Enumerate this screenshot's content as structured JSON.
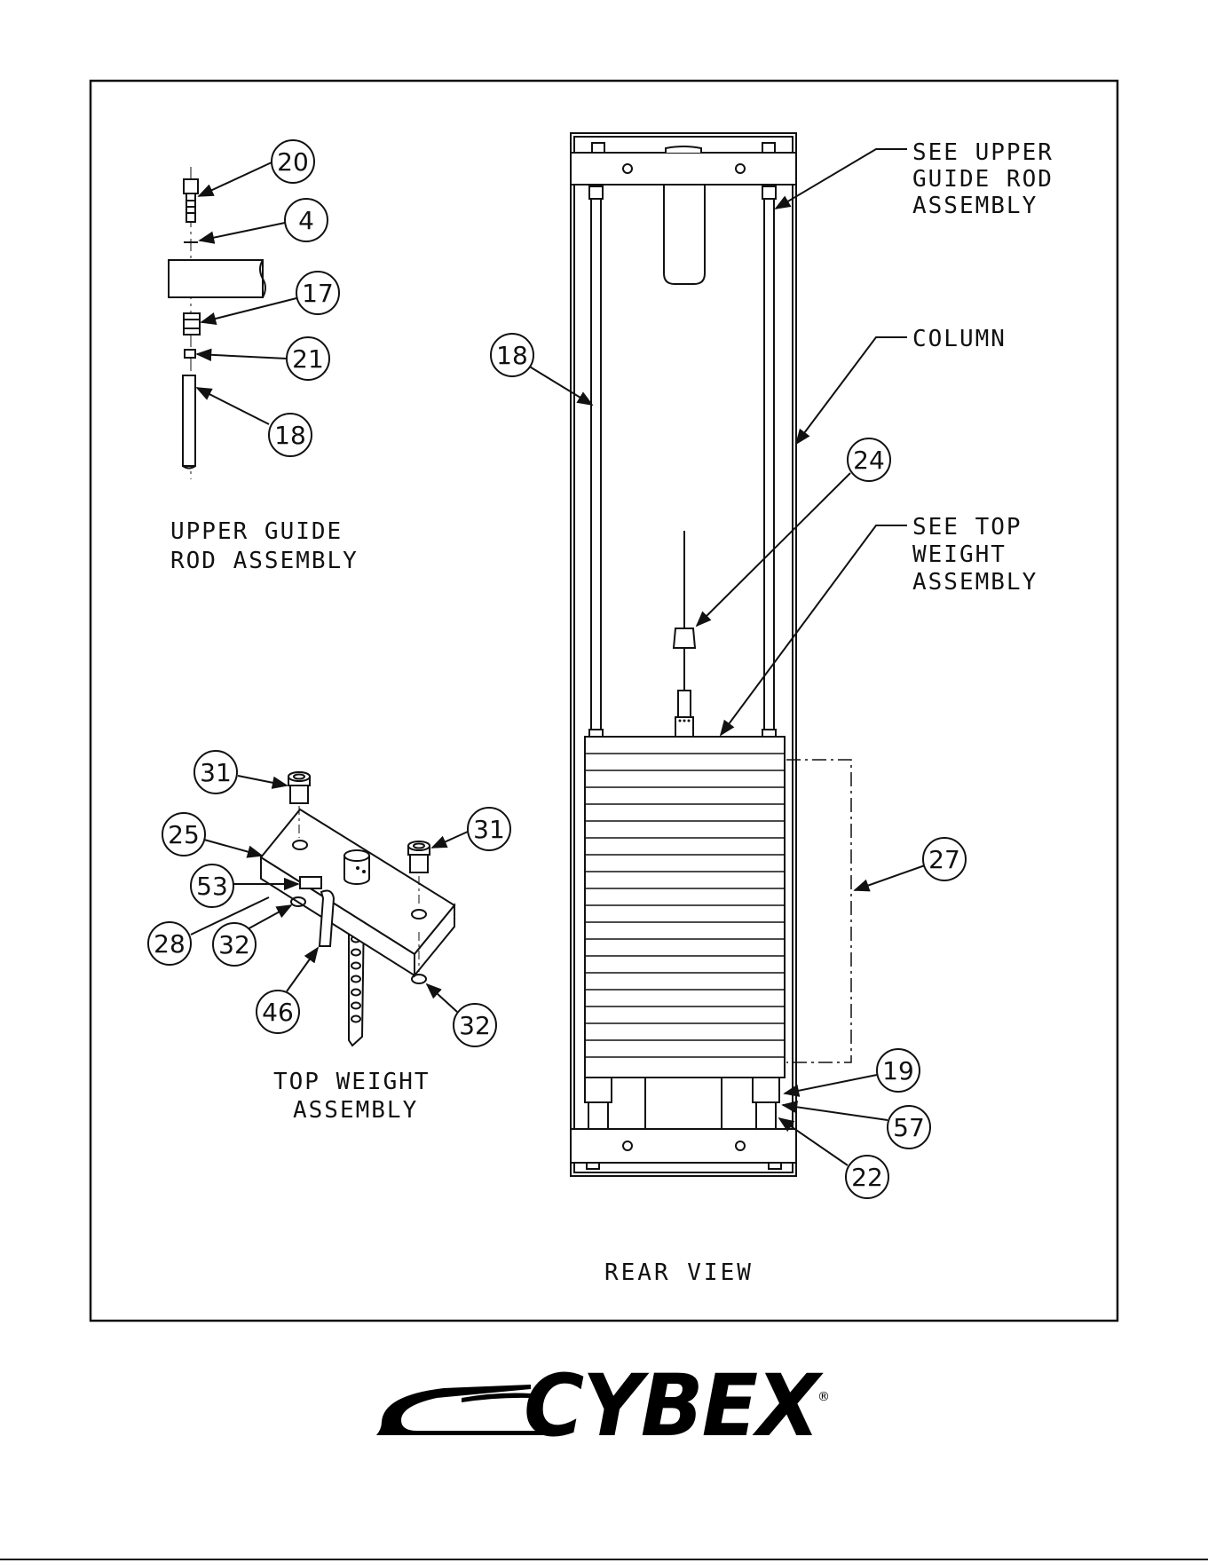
{
  "callouts": {
    "c20": "20",
    "c4": "4",
    "c17": "17",
    "c21": "21",
    "c18a": "18",
    "c18b": "18",
    "c24": "24",
    "c31a": "31",
    "c31b": "31",
    "c25": "25",
    "c53": "53",
    "c28": "28",
    "c32a": "32",
    "c46": "46",
    "c32b": "32",
    "c27": "27",
    "c19": "19",
    "c57": "57",
    "c22": "22"
  },
  "labels": {
    "upper_guide_l1": "UPPER GUIDE",
    "upper_guide_l2": "ROD ASSEMBLY",
    "top_weight_l1": "TOP WEIGHT",
    "top_weight_l2": "ASSEMBLY",
    "rear_view": "REAR VIEW",
    "see_upper_l1": "SEE UPPER",
    "see_upper_l2": "GUIDE ROD",
    "see_upper_l3": "ASSEMBLY",
    "column": "COLUMN",
    "see_top_l1": "SEE TOP",
    "see_top_l2": "WEIGHT",
    "see_top_l3": "ASSEMBLY"
  },
  "logo": {
    "brand": "CYBEX",
    "registered": "®"
  }
}
